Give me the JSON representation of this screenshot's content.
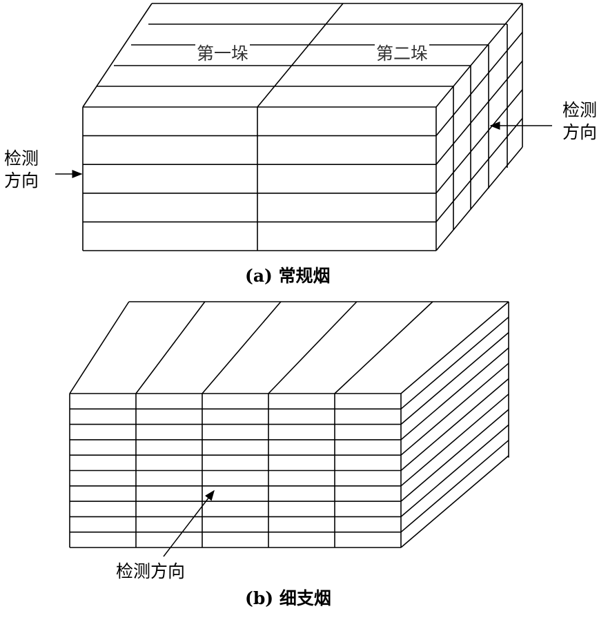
{
  "figure_a": {
    "caption": "(a) 常规烟",
    "stack_labels": [
      "第一垛",
      "第二垛"
    ],
    "left_label_lines": [
      "检测",
      "方向"
    ],
    "right_label_lines": [
      "检测",
      "方向"
    ],
    "front_columns": 2,
    "front_rows": 5
  },
  "figure_b": {
    "caption": "(b) 细支烟",
    "bottom_label": "检测方向",
    "front_columns": 5,
    "front_rows": 10
  }
}
